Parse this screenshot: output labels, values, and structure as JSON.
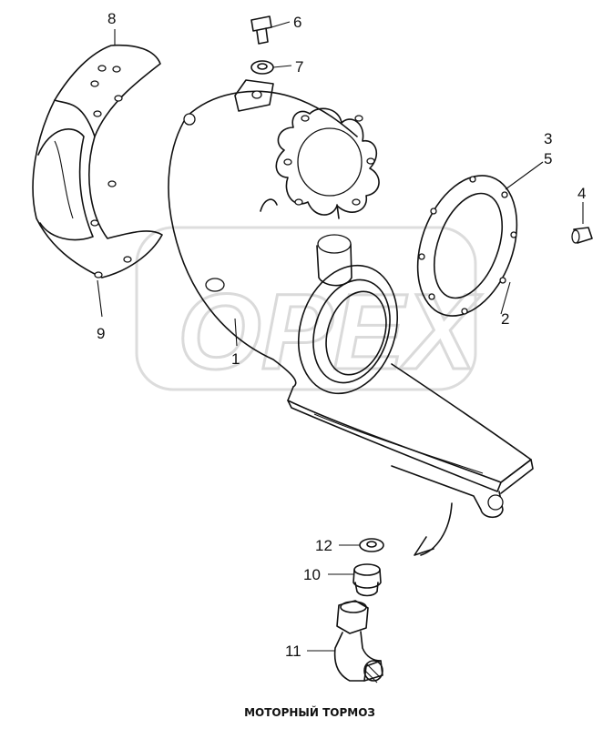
{
  "diagram": {
    "caption": "МОТОРНЫЙ ТОРМОЗ",
    "watermark": "OPEX",
    "callouts": [
      {
        "id": "c1",
        "text": "1"
      },
      {
        "id": "c2",
        "text": "2"
      },
      {
        "id": "c3",
        "text": "3"
      },
      {
        "id": "c4",
        "text": "4"
      },
      {
        "id": "c5",
        "text": "5"
      },
      {
        "id": "c6",
        "text": "6"
      },
      {
        "id": "c7",
        "text": "7"
      },
      {
        "id": "c8",
        "text": "8"
      },
      {
        "id": "c9",
        "text": "9"
      },
      {
        "id": "c10",
        "text": "10"
      },
      {
        "id": "c11",
        "text": "11"
      },
      {
        "id": "c12",
        "text": "12"
      }
    ]
  }
}
